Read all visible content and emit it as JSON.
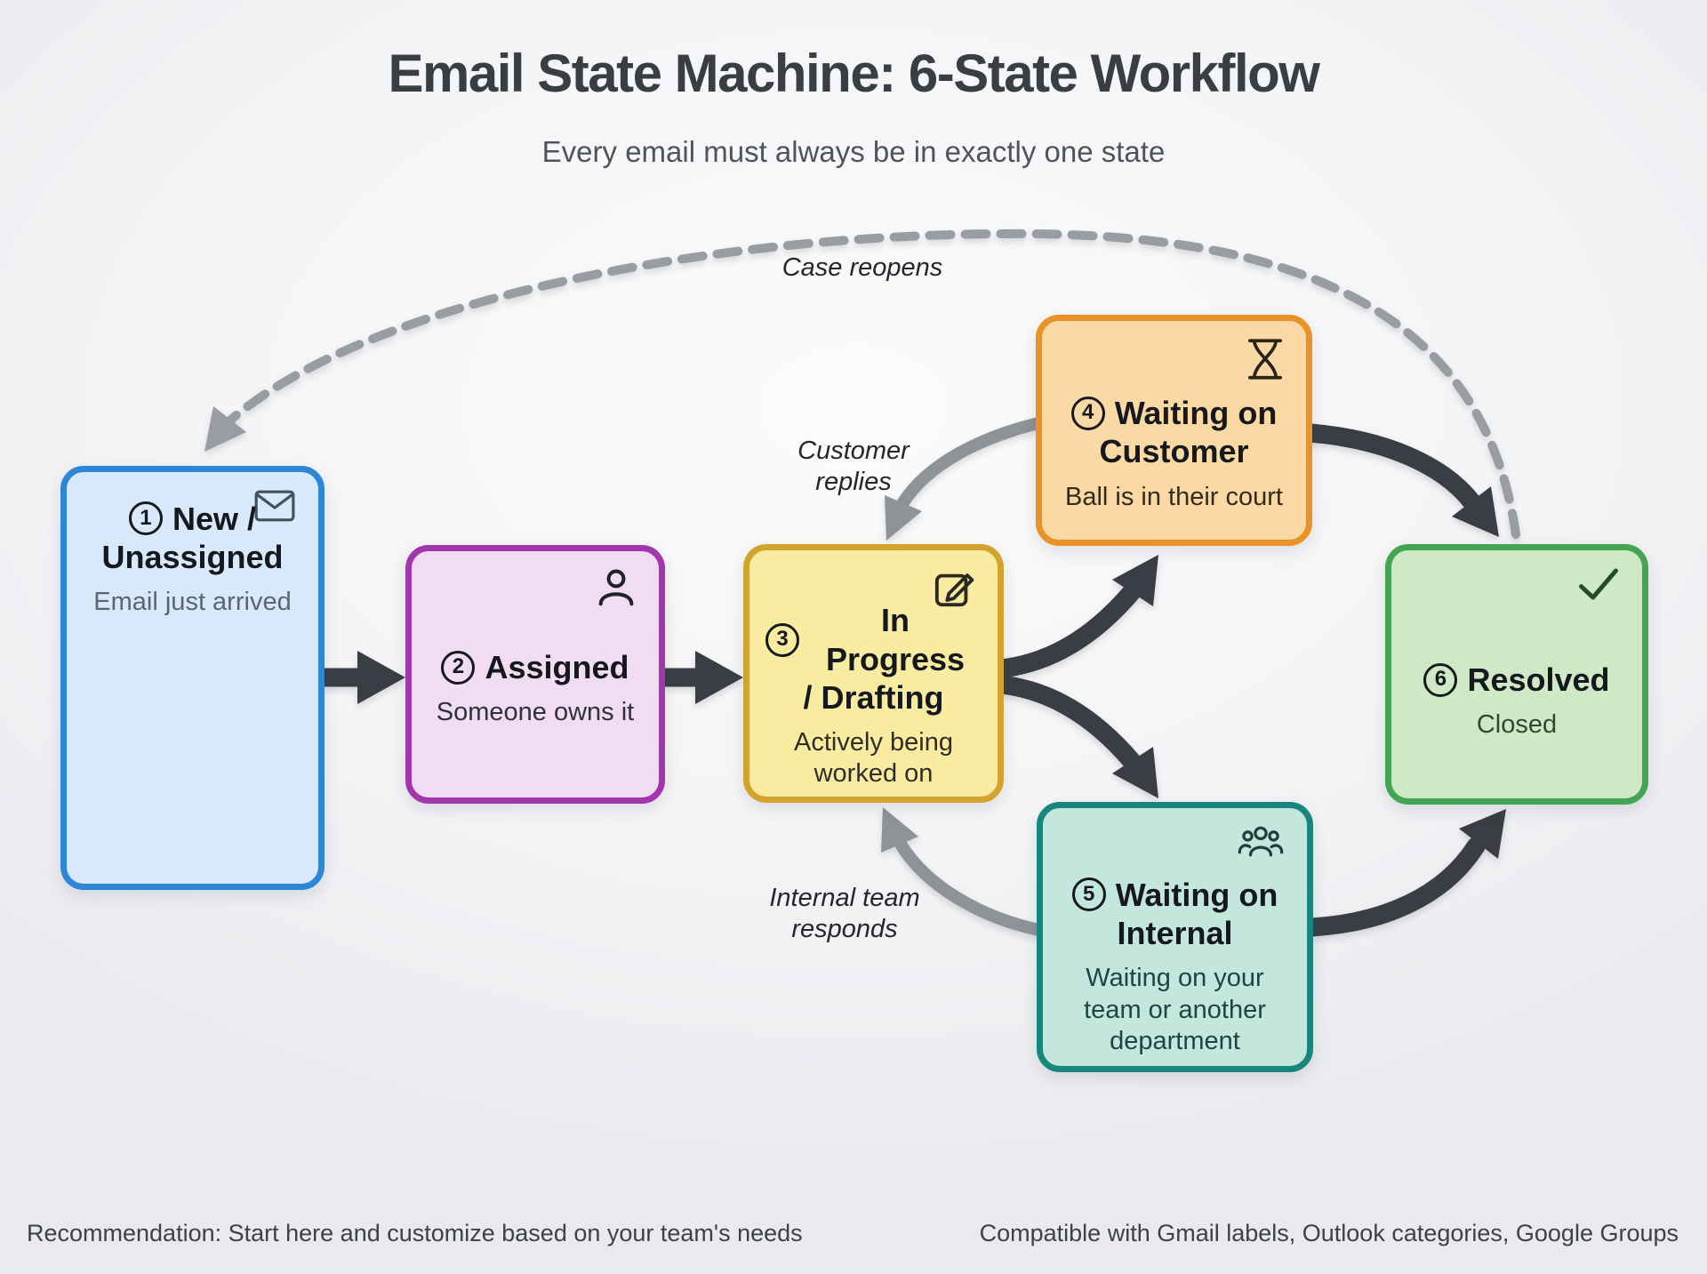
{
  "header": {
    "title": "Email State Machine: 6-State Workflow",
    "subtitle": "Every email must always be in exactly one state"
  },
  "colors": {
    "background": "#f1f1f4",
    "arrow_dark": "#3a3e44",
    "arrow_gray": "#8e9398",
    "dashed_gray": "#989da3",
    "title_text": "#383e44",
    "subtitle_text": "#4e545c",
    "label_text": "#23262b",
    "footer_text": "#3c4248"
  },
  "states": [
    {
      "number": "1",
      "name": "New / Unassigned",
      "name_lines": [
        "New /",
        "Unassigned"
      ],
      "description": "Email just arrived",
      "icon": "envelope-icon",
      "fill": "#d7e9fa",
      "border": "#2e86d7",
      "heading_color": "#15181c",
      "description_color": "#5d6670",
      "icon_color": "#42505c"
    },
    {
      "number": "2",
      "name": "Assigned",
      "name_lines": [
        "Assigned"
      ],
      "description": "Someone owns it",
      "icon": "person-icon",
      "fill": "#f2dcf4",
      "border": "#a136ad",
      "heading_color": "#15181c",
      "description_color": "#2e3338",
      "icon_color": "#1f2328"
    },
    {
      "number": "3",
      "name": "In Progress / Drafting",
      "name_lines": [
        "In Progress",
        "/ Drafting"
      ],
      "description": "Actively being worked on",
      "icon": "edit-icon",
      "fill": "#f9eca1",
      "border": "#d2a42e",
      "heading_color": "#15181c",
      "description_color": "#2f2d26",
      "icon_color": "#2a2a22"
    },
    {
      "number": "4",
      "name": "Waiting on Customer",
      "name_lines": [
        "Waiting on",
        "Customer"
      ],
      "description": "Ball is in their court",
      "icon": "hourglass-icon",
      "fill": "#fbd9a5",
      "border": "#ea9227",
      "heading_color": "#15181c",
      "description_color": "#332a1c",
      "icon_color": "#2b2318"
    },
    {
      "number": "5",
      "name": "Waiting on Internal",
      "name_lines": [
        "Waiting on",
        "Internal"
      ],
      "description": "Waiting on your team or another department",
      "icon": "people-icon",
      "fill": "#c3e7dc",
      "border": "#17877d",
      "heading_color": "#15181c",
      "description_color": "#1e4540",
      "icon_color": "#1c3f3c"
    },
    {
      "number": "6",
      "name": "Resolved",
      "name_lines": [
        "Resolved"
      ],
      "description": "Closed",
      "icon": "check-icon",
      "fill": "#cfe9c6",
      "border": "#43a553",
      "heading_color": "#15181c",
      "description_color": "#2b4a2e",
      "icon_color": "#234d28"
    }
  ],
  "transitions": {
    "case_reopens": "Case reopens",
    "customer_replies": "Customer replies",
    "internal_responds": "Internal team responds"
  },
  "footer": {
    "left": "Recommendation: Start here and customize based on your team's needs",
    "right": "Compatible with Gmail labels, Outlook categories, Google Groups"
  }
}
